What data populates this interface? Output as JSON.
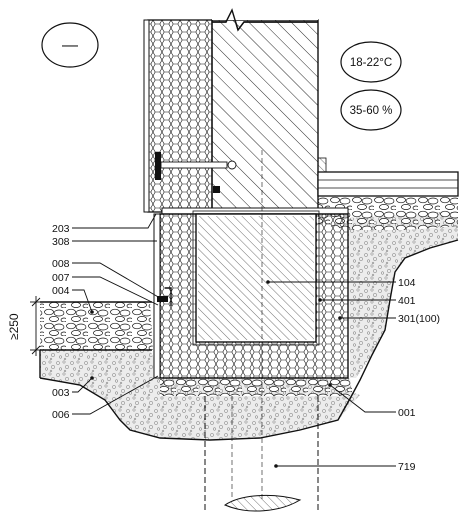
{
  "drawing": {
    "interior_symbol": "—",
    "conditions": {
      "temperature": "18-22°C",
      "humidity": "35-60 %"
    },
    "dimension": {
      "label": "≥250"
    },
    "labels": {
      "l203": "203",
      "l308": "308",
      "l008": "008",
      "l007": "007",
      "l004": "004",
      "l003": "003",
      "l006": "006",
      "l104": "104",
      "l401": "401",
      "l301": "301(100)",
      "l001": "001",
      "l719": "719"
    },
    "colors": {
      "line": "#111111",
      "gravel_fill": "#e9e9e9",
      "background": "#ffffff"
    }
  }
}
